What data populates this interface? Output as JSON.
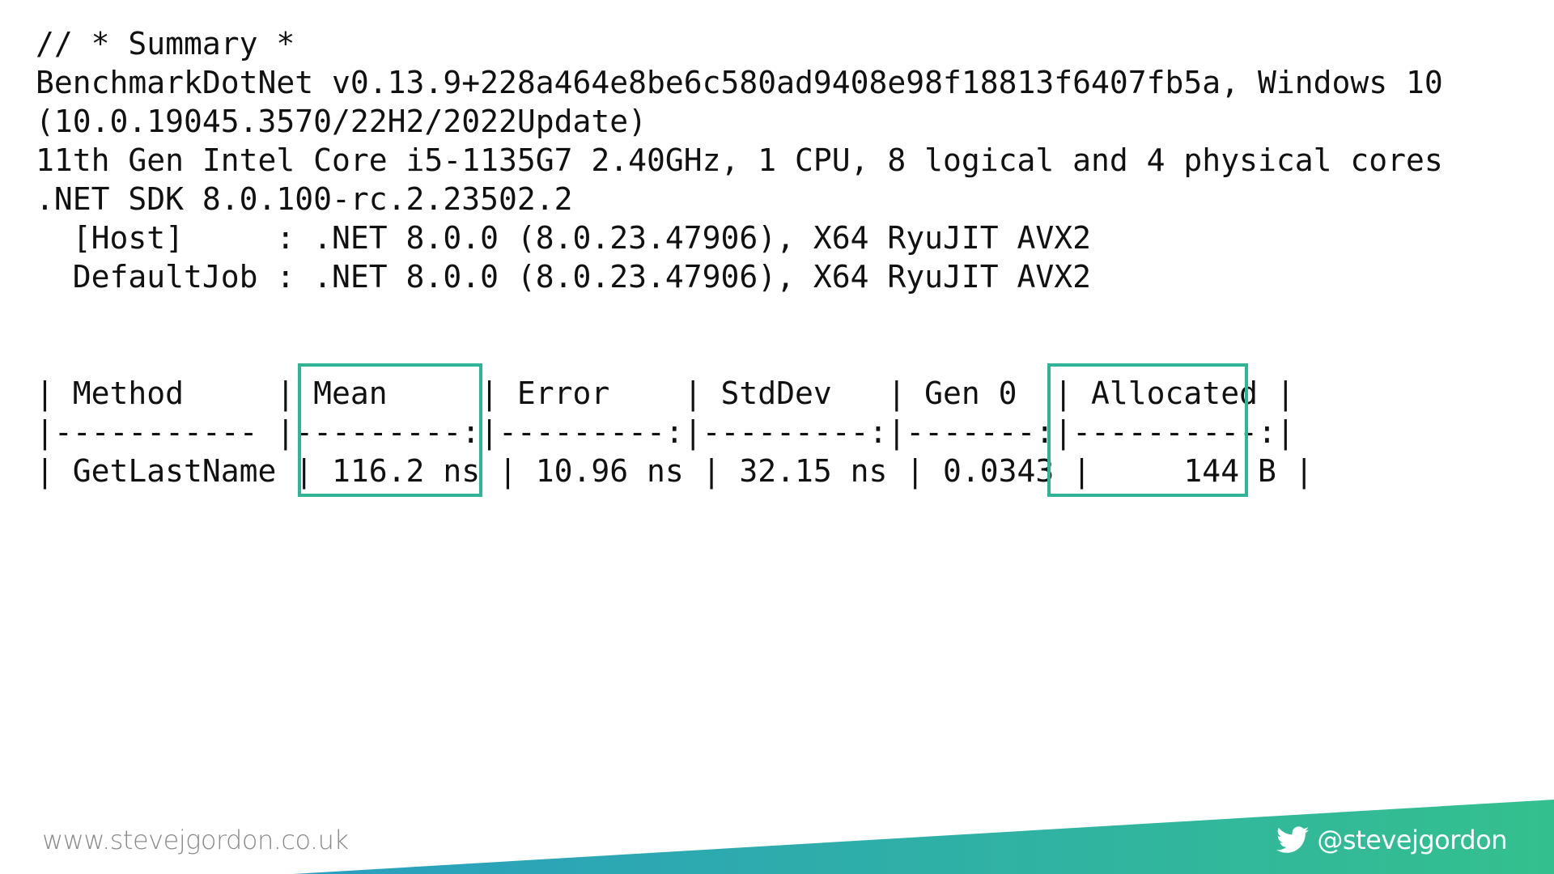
{
  "summary": {
    "lines": [
      "// * Summary *",
      "BenchmarkDotNet v0.13.9+228a464e8be6c580ad9408e98f18813f6407fb5a, Windows 10",
      "(10.0.19045.3570/22H2/2022Update)",
      "11th Gen Intel Core i5-1135G7 2.40GHz, 1 CPU, 8 logical and 4 physical cores",
      ".NET SDK 8.0.100-rc.2.23502.2",
      "  [Host]     : .NET 8.0.0 (8.0.23.47906), X64 RyuJIT AVX2",
      "  DefaultJob : .NET 8.0.0 (8.0.23.47906), X64 RyuJIT AVX2"
    ]
  },
  "table": {
    "header": "| Method     | Mean     | Error    | StdDev   | Gen 0  | Allocated |",
    "separator": "|----------- |---------:|---------:|---------:|-------:|----------:|",
    "rows": [
      "| GetLastName | 116.2 ns | 10.96 ns | 32.15 ns | 0.0343 |     144 B |"
    ],
    "highlighted_columns": [
      "Mean",
      "Allocated"
    ]
  },
  "footer": {
    "website": "www.stevejgordon.co.uk",
    "twitter_handle": "@stevejgordon"
  },
  "colors": {
    "highlight": "#2fb595",
    "band_start": "#2a9fc0",
    "band_end": "#34c08e",
    "website_text": "#8a8a8a"
  },
  "icons": {
    "social": "twitter-bird-icon"
  }
}
